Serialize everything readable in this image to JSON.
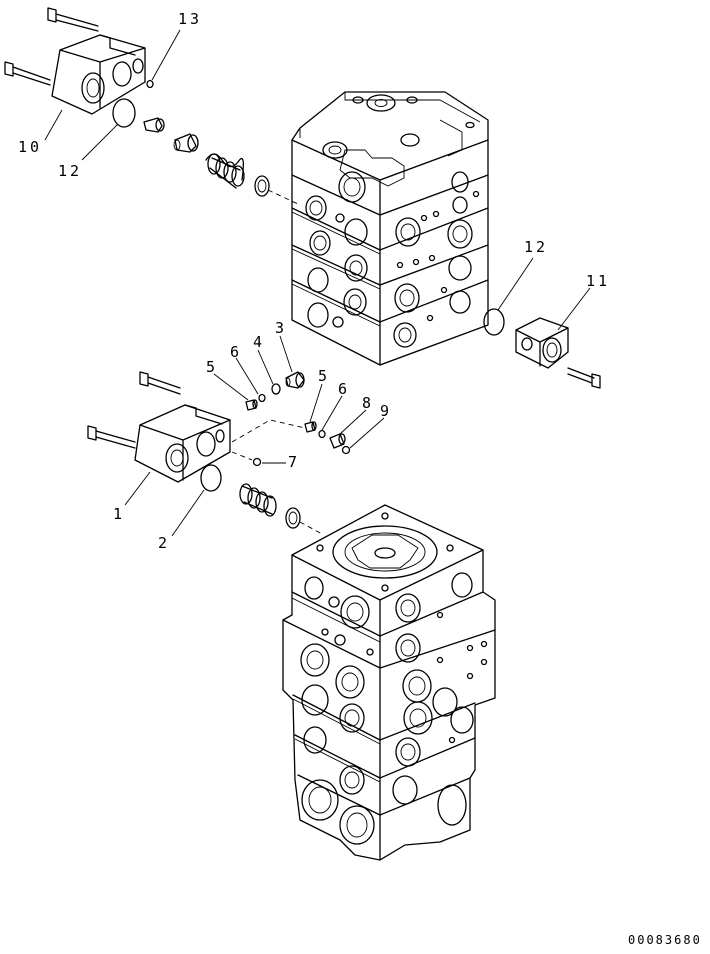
{
  "callouts": {
    "n13": "13",
    "n10": "10",
    "n12_upper": "12",
    "n12_right": "12",
    "n11": "11",
    "n3": "3",
    "n4": "4",
    "n6_left": "6",
    "n5_left": "5",
    "n5_right": "5",
    "n6_right": "6",
    "n8": "8",
    "n9": "9",
    "n7": "7",
    "n1": "1",
    "n2": "2"
  },
  "document_number": "00083680"
}
